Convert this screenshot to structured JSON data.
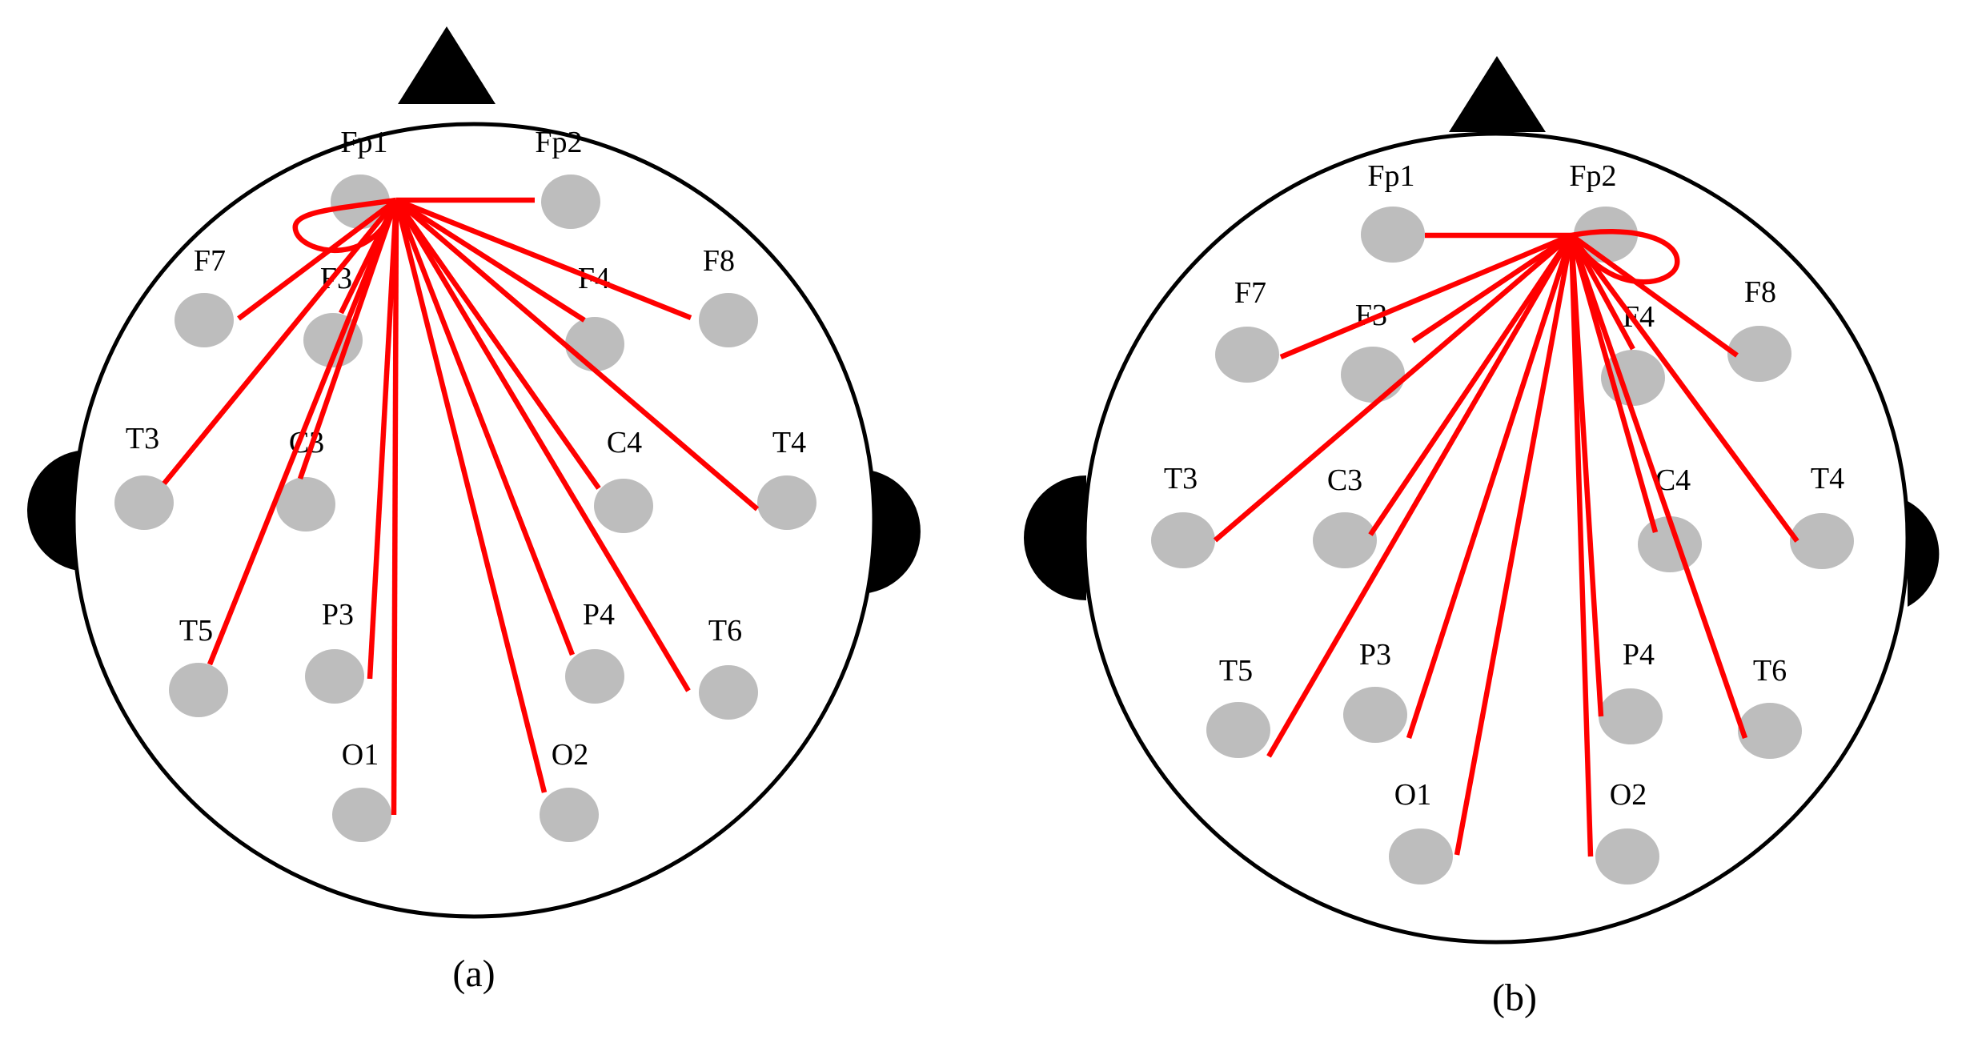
{
  "panels": [
    {
      "caption": "(a)",
      "source_electrode": "Fp1",
      "targets": [
        "Fp1",
        "Fp2",
        "F7",
        "F3",
        "F4",
        "F8",
        "T3",
        "C3",
        "C4",
        "T4",
        "T5",
        "P3",
        "P4",
        "T6",
        "O1",
        "O2"
      ],
      "electrodes": [
        {
          "label": "Fp1"
        },
        {
          "label": "Fp2"
        },
        {
          "label": "F7"
        },
        {
          "label": "F3"
        },
        {
          "label": "F4"
        },
        {
          "label": "F8"
        },
        {
          "label": "T3"
        },
        {
          "label": "C3"
        },
        {
          "label": "C4"
        },
        {
          "label": "T4"
        },
        {
          "label": "T5"
        },
        {
          "label": "P3"
        },
        {
          "label": "P4"
        },
        {
          "label": "T6"
        },
        {
          "label": "O1"
        },
        {
          "label": "O2"
        }
      ]
    },
    {
      "caption": "(b)",
      "source_electrode": "Fp2",
      "targets": [
        "Fp2",
        "Fp1",
        "F7",
        "F3",
        "F4",
        "F8",
        "T3",
        "C3",
        "C4",
        "T4",
        "T5",
        "P3",
        "P4",
        "T6",
        "O1",
        "O2"
      ],
      "electrodes": [
        {
          "label": "Fp1"
        },
        {
          "label": "Fp2"
        },
        {
          "label": "F7"
        },
        {
          "label": "F3"
        },
        {
          "label": "F4"
        },
        {
          "label": "F8"
        },
        {
          "label": "T3"
        },
        {
          "label": "C3"
        },
        {
          "label": "C4"
        },
        {
          "label": "T4"
        },
        {
          "label": "T5"
        },
        {
          "label": "P3"
        },
        {
          "label": "P4"
        },
        {
          "label": "T6"
        },
        {
          "label": "O1"
        },
        {
          "label": "O2"
        }
      ]
    }
  ],
  "colors": {
    "connection": "#ff0000",
    "electrode": "#bdbdbd",
    "outline": "#000000"
  }
}
